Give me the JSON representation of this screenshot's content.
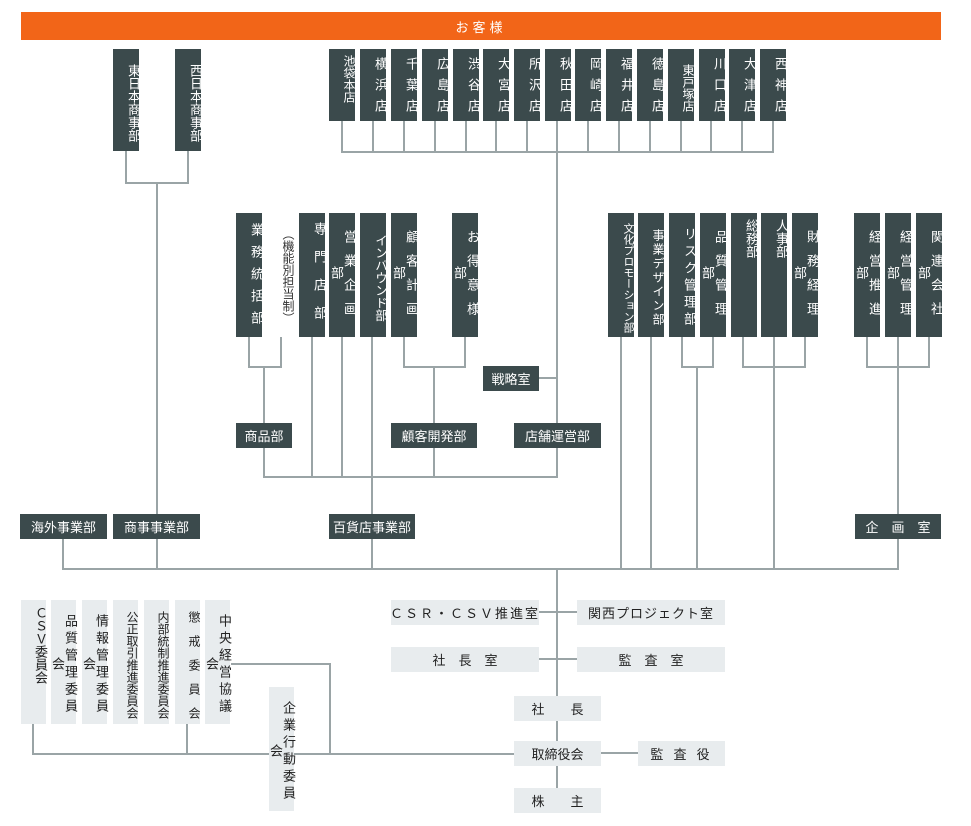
{
  "banner": {
    "label": "お客様",
    "color": "#f26518"
  },
  "colors": {
    "dark_box": "#3b4a4c",
    "light_box": "#e8ecee",
    "line": "#9aa4a6"
  },
  "regional_offices": [
    "東日本商事部",
    "西日本商事部"
  ],
  "stores": [
    "池袋本店",
    "横浜店",
    "千葉店",
    "広島店",
    "渋谷店",
    "大宮店",
    "所沢店",
    "秋田店",
    "岡崎店",
    "福井店",
    "徳島店",
    "東戸塚店",
    "川口店",
    "大津店",
    "西神店"
  ],
  "departments": {
    "gyomu_tokatsu": "業務統括部",
    "kino_betsu": "（機能別担当制）",
    "senmonten": "専門店部",
    "eigyo_kikaku": "営業企画部",
    "inbound": "インバウンド部",
    "kokyaku_keikaku": "顧客計画部",
    "otokuisama": "お得意様部",
    "bunka_promotion": "文化プロモーション部",
    "jigyo_design": "事業デザイン部",
    "risk": "リスク管理部",
    "hinshitsu": "品質管理部",
    "somu": "総務部",
    "jinji": "人事部",
    "zaimu": "財務経理部",
    "keiei_suishin": "経営推進部",
    "keiei_kanri": "経営管理部",
    "kanren_gaisha": "関連会社部"
  },
  "mid": {
    "senryaku": "戦略室",
    "shohin": "商品部",
    "kokyaku_kaihatsu": "顧客開発部",
    "tenpo_unei": "店舗運営部"
  },
  "divisions": {
    "kaigai": "海外事業部",
    "shoji": "商事事業部",
    "hyakkaten": "百貨店事業部",
    "kikaku": "企　画　室"
  },
  "committees": [
    "ＣＳＶ委員会",
    "品質管理委員会",
    "情報管理委員会",
    "公正取引推進委員会",
    "内部統制推進委員会",
    "懲　戒　委　員　会",
    "中央経営協議会"
  ],
  "corporate_conduct": "企業行動委員会",
  "executive": {
    "csr": "ＣＳＲ・ＣＳＶ推進室",
    "kansai": "関西プロジェクト室",
    "shacho_shitsu": "社　長　室",
    "kansa_shitsu": "監　査　室",
    "shacho": "社　　長",
    "torishimariyaku": "取締役会",
    "kansayaku": "監 査 役",
    "kabunushi": "株　　主"
  }
}
